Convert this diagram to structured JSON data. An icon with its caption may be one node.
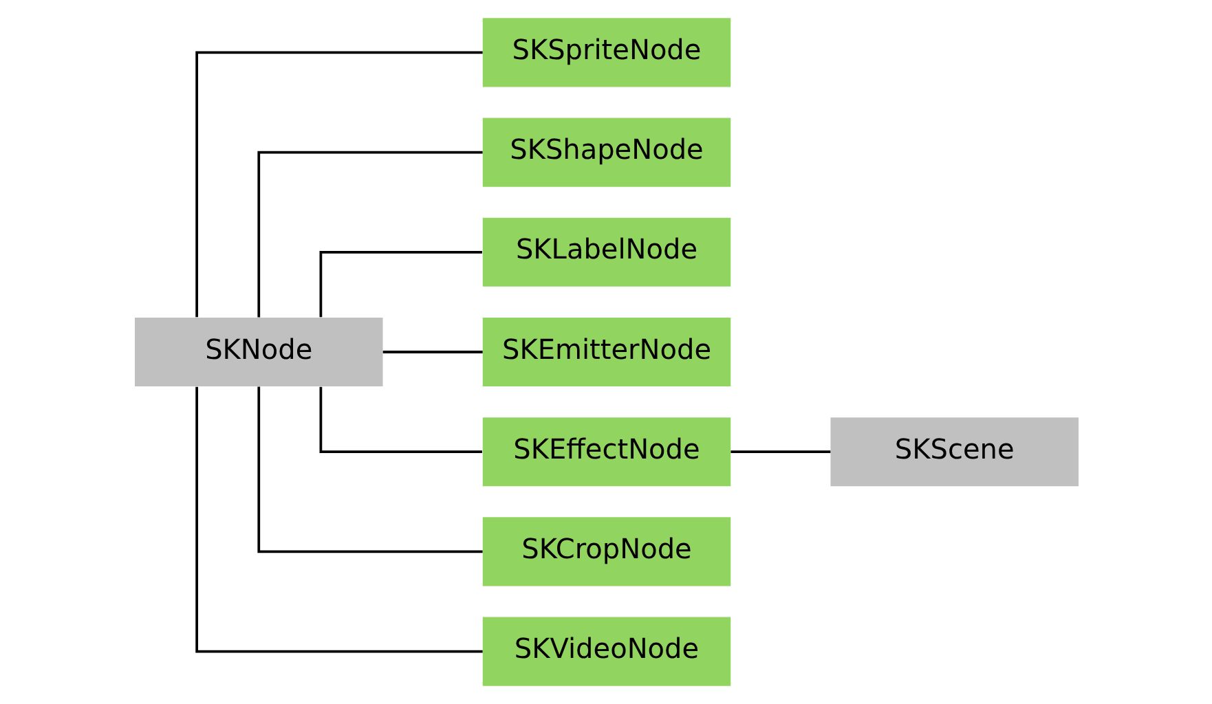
{
  "diagram": {
    "nodes": [
      {
        "text": [
          "SKNode"
        ]
      },
      {
        "text": [
          "SKSpriteNode"
        ]
      },
      {
        "text": [
          "SKShapeNode"
        ]
      },
      {
        "text": [
          "SKLabelNode"
        ]
      },
      {
        "text": [
          "SKEmitterNode"
        ]
      },
      {
        "text": [
          "SKEffectNode"
        ]
      },
      {
        "text": [
          "SKCropNode"
        ]
      },
      {
        "text": [
          "SKVideoNode"
        ]
      },
      {
        "text": [
          "SKScene"
        ]
      }
    ],
    "edges": [
      {
        "from": 0,
        "to": 1,
        "arrow": "none"
      },
      {
        "from": 0,
        "to": 2,
        "arrow": "none"
      },
      {
        "from": 0,
        "to": 3,
        "arrow": "none"
      },
      {
        "from": 0,
        "to": 4,
        "arrow": "none"
      },
      {
        "from": 0,
        "to": 5,
        "arrow": "none"
      },
      {
        "from": 0,
        "to": 6,
        "arrow": "none"
      },
      {
        "from": 0,
        "to": 7,
        "arrow": "none"
      },
      {
        "from": 5,
        "to": 8,
        "arrow": "none"
      }
    ]
  }
}
